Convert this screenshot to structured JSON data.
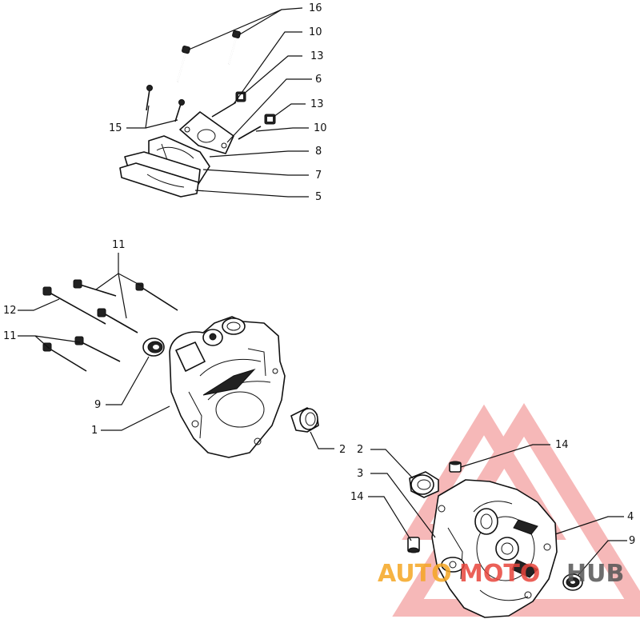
{
  "labels": {
    "l16": "16",
    "l10a": "10",
    "l13a": "13",
    "l6": "6",
    "l13b": "13",
    "l10b": "10",
    "l15": "15",
    "l8": "8",
    "l7": "7",
    "l5": "5",
    "l11a": "11",
    "l12": "12",
    "l11b": "11",
    "l9a": "9",
    "l1": "1",
    "l2a": "2",
    "l2b": "2",
    "l14a": "14",
    "l3": "3",
    "l14b": "14",
    "l4": "4",
    "l9b": "9"
  },
  "watermark": {
    "part1": "AUTO",
    "part2": "MOTO",
    "part3": "HUB",
    "color_orange": "#f5a623",
    "color_red": "#e8453c",
    "color_gray": "#555555"
  }
}
